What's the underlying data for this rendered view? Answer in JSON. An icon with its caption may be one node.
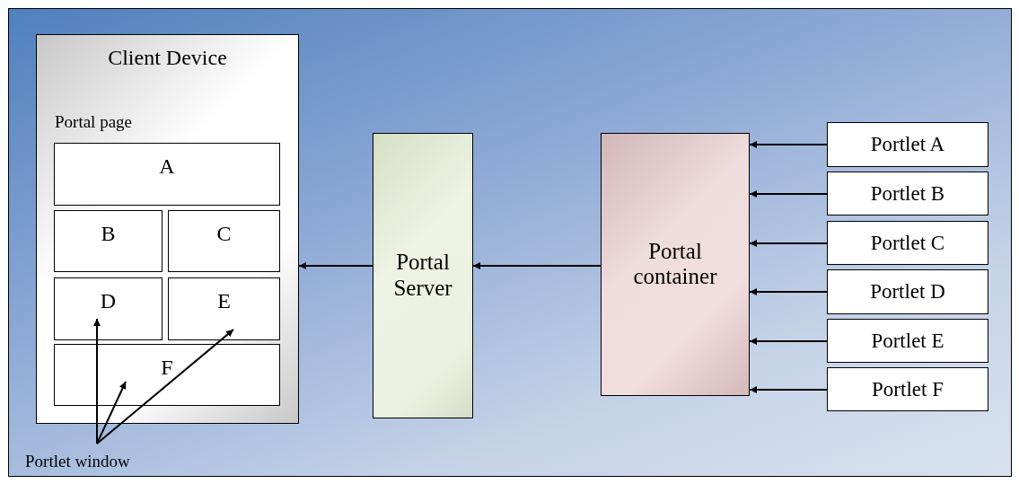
{
  "diagram": {
    "nodes": [
      {
        "text": [
          "Client Device",
          "Portal page"
        ]
      },
      {
        "text": [
          "A"
        ],
        "in": 0
      },
      {
        "text": [
          "B"
        ],
        "in": 0
      },
      {
        "text": [
          "C"
        ],
        "in": 0
      },
      {
        "text": [
          "D"
        ],
        "in": 0
      },
      {
        "text": [
          "E"
        ],
        "in": 0
      },
      {
        "text": [
          "F"
        ],
        "in": 0
      },
      {
        "text": [
          "Portal Server"
        ]
      },
      {
        "text": [
          "Portal container"
        ]
      },
      {
        "text": [
          "Portlet A"
        ]
      },
      {
        "text": [
          "Portlet B"
        ]
      },
      {
        "text": [
          "Portlet C"
        ]
      },
      {
        "text": [
          "Portlet D"
        ]
      },
      {
        "text": [
          "Portlet E"
        ]
      },
      {
        "text": [
          "Portlet F"
        ]
      },
      {
        "text": [
          "Portlet window"
        ]
      }
    ],
    "edges": [
      {
        "from": 7,
        "to": 0,
        "arrow": "to"
      },
      {
        "from": 8,
        "to": 7,
        "arrow": "to"
      },
      {
        "from": 9,
        "to": 8,
        "arrow": "to"
      },
      {
        "from": 10,
        "to": 8,
        "arrow": "to"
      },
      {
        "from": 11,
        "to": 8,
        "arrow": "to"
      },
      {
        "from": 12,
        "to": 8,
        "arrow": "to"
      },
      {
        "from": 13,
        "to": 8,
        "arrow": "to"
      },
      {
        "from": 14,
        "to": 8,
        "arrow": "to"
      },
      {
        "from": 15,
        "to": 4,
        "arrow": "to"
      },
      {
        "from": 15,
        "to": 6,
        "arrow": "to"
      },
      {
        "from": 15,
        "to": 5,
        "arrow": "to"
      }
    ]
  }
}
